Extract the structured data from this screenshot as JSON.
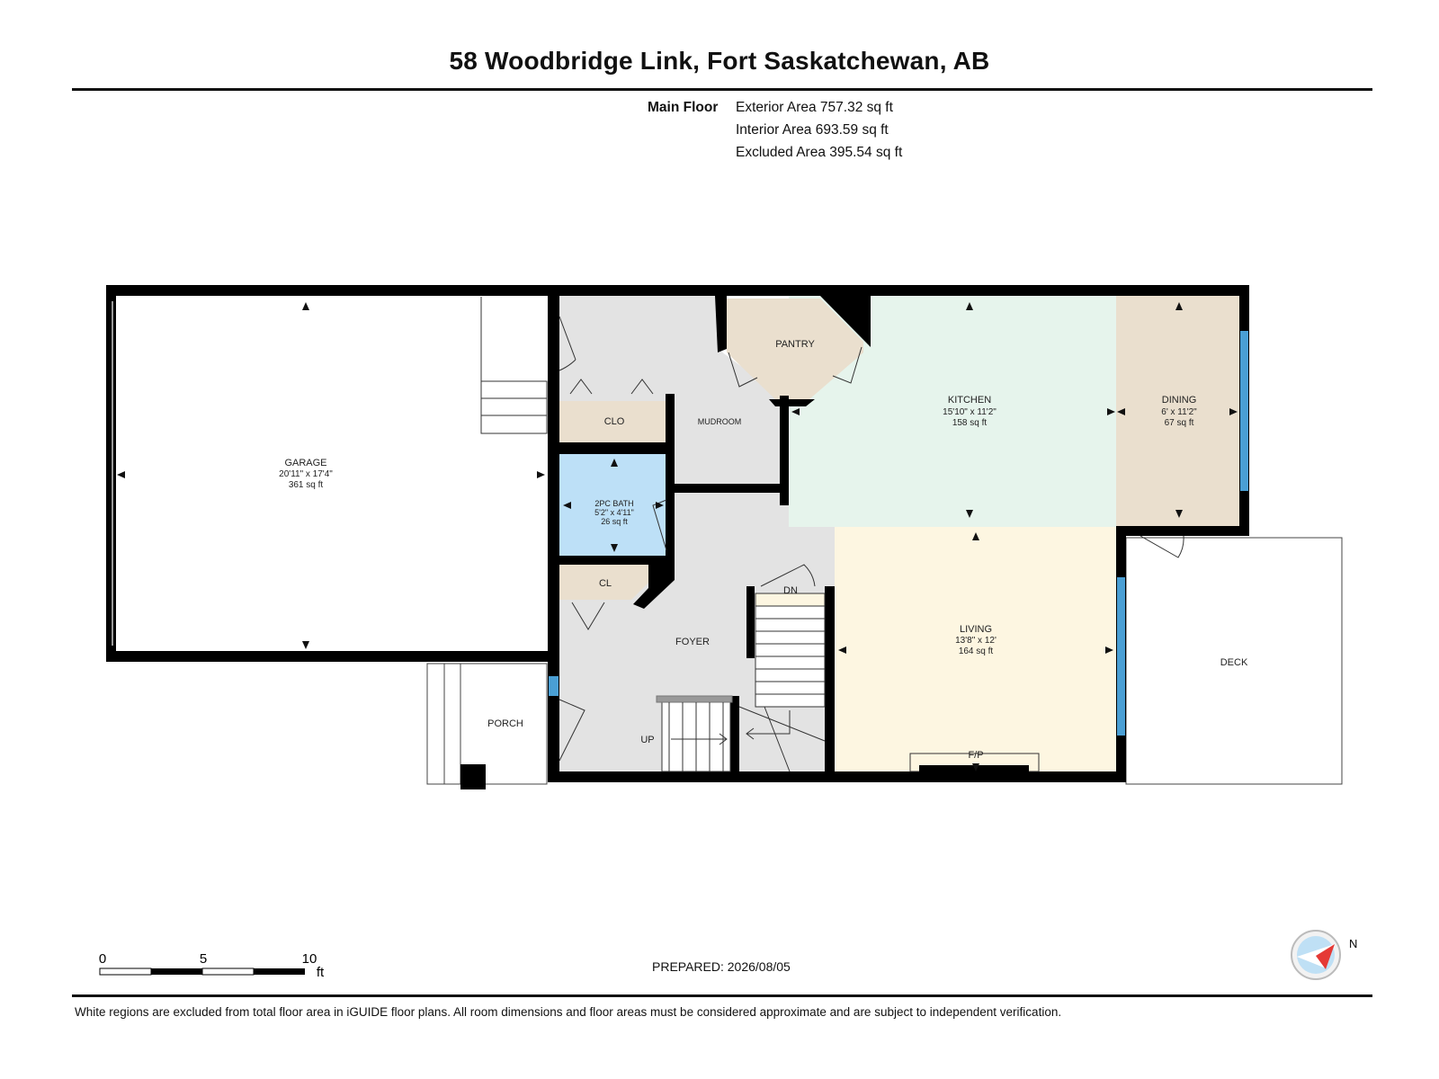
{
  "header": {
    "title": "58 Woodbridge Link, Fort Saskatchewan, AB"
  },
  "areas": {
    "floor_label": "Main Floor",
    "lines": [
      "Exterior Area 757.32 sq ft",
      "Interior Area 693.59 sq ft",
      "Excluded Area 395.54 sq ft"
    ]
  },
  "colors": {
    "wall": "#000000",
    "hall": "#e3e3e3",
    "kitchen": "#e6f4ec",
    "dining": "#eadfce",
    "pantry": "#eadfce",
    "closet": "#eadfce",
    "bath": "#bde0f7",
    "living": "#fdf6e1",
    "window": "#4a9fd4",
    "excluded": "#ffffff"
  },
  "rooms": {
    "garage": {
      "name": "GARAGE",
      "dims": "20'11\" x 17'4\"",
      "area": "361 sq ft"
    },
    "kitchen": {
      "name": "KITCHEN",
      "dims": "15'10\" x 11'2\"",
      "area": "158 sq ft"
    },
    "dining": {
      "name": "DINING",
      "dims": "6' x 11'2\"",
      "area": "67 sq ft"
    },
    "bath": {
      "name": "2PC BATH",
      "dims": "5'2\" x 4'11\"",
      "area": "26 sq ft"
    },
    "living": {
      "name": "LIVING",
      "dims": "13'8\" x 12'",
      "area": "164 sq ft"
    },
    "pantry": {
      "name": "PANTRY"
    },
    "clo": {
      "name": "CLO"
    },
    "cl": {
      "name": "CL"
    },
    "mudroom": {
      "name": "MUDROOM"
    },
    "foyer": {
      "name": "FOYER"
    },
    "porch": {
      "name": "PORCH"
    },
    "deck": {
      "name": "DECK"
    }
  },
  "labels": {
    "dn": "DN",
    "up": "UP",
    "fireplace": "F/P"
  },
  "scale": {
    "ticks": [
      "0",
      "5",
      "10"
    ],
    "unit": "ft"
  },
  "compass": {
    "north": "N",
    "icon": "compass-icon"
  },
  "footer": {
    "prepared": "PREPARED: 2026/08/05",
    "disclaimer": "White regions are excluded from total floor area in iGUIDE floor plans. All room dimensions and floor areas must be considered approximate and are subject to independent verification."
  }
}
